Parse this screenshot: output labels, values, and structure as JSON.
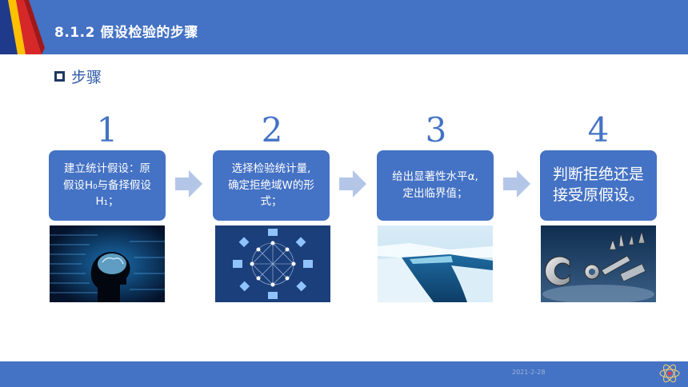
{
  "header": {
    "title": "8.1.2  假设检验的步骤"
  },
  "section": {
    "label": "步骤"
  },
  "steps": [
    {
      "number": "1",
      "line1": "建立统计假设：原",
      "line2": "假设H₀与备择假设",
      "line3": "H₁；",
      "image_icon": "brain-image"
    },
    {
      "number": "2",
      "line1": "选择检验统计量,",
      "line2": "确定拒绝域W的形",
      "line3": "式；",
      "image_icon": "network-image"
    },
    {
      "number": "3",
      "line1": "给出显著性水平α,",
      "line2": "定出临界值；",
      "image_icon": "iceberg-image"
    },
    {
      "number": "4",
      "line1": "判断拒绝还是",
      "line2": "接受原假设。",
      "image_icon": "control-image"
    }
  ],
  "footer": {
    "date": "2021-2-28"
  },
  "colors": {
    "primary": "#4472c4",
    "heading": "#2e5aa8",
    "bullet": "#1f3864",
    "arrow": "#b4c6e7"
  },
  "icons": {
    "arrow": "right-arrow-icon",
    "logo": "stripes-logo",
    "corner": "atom-logo"
  }
}
